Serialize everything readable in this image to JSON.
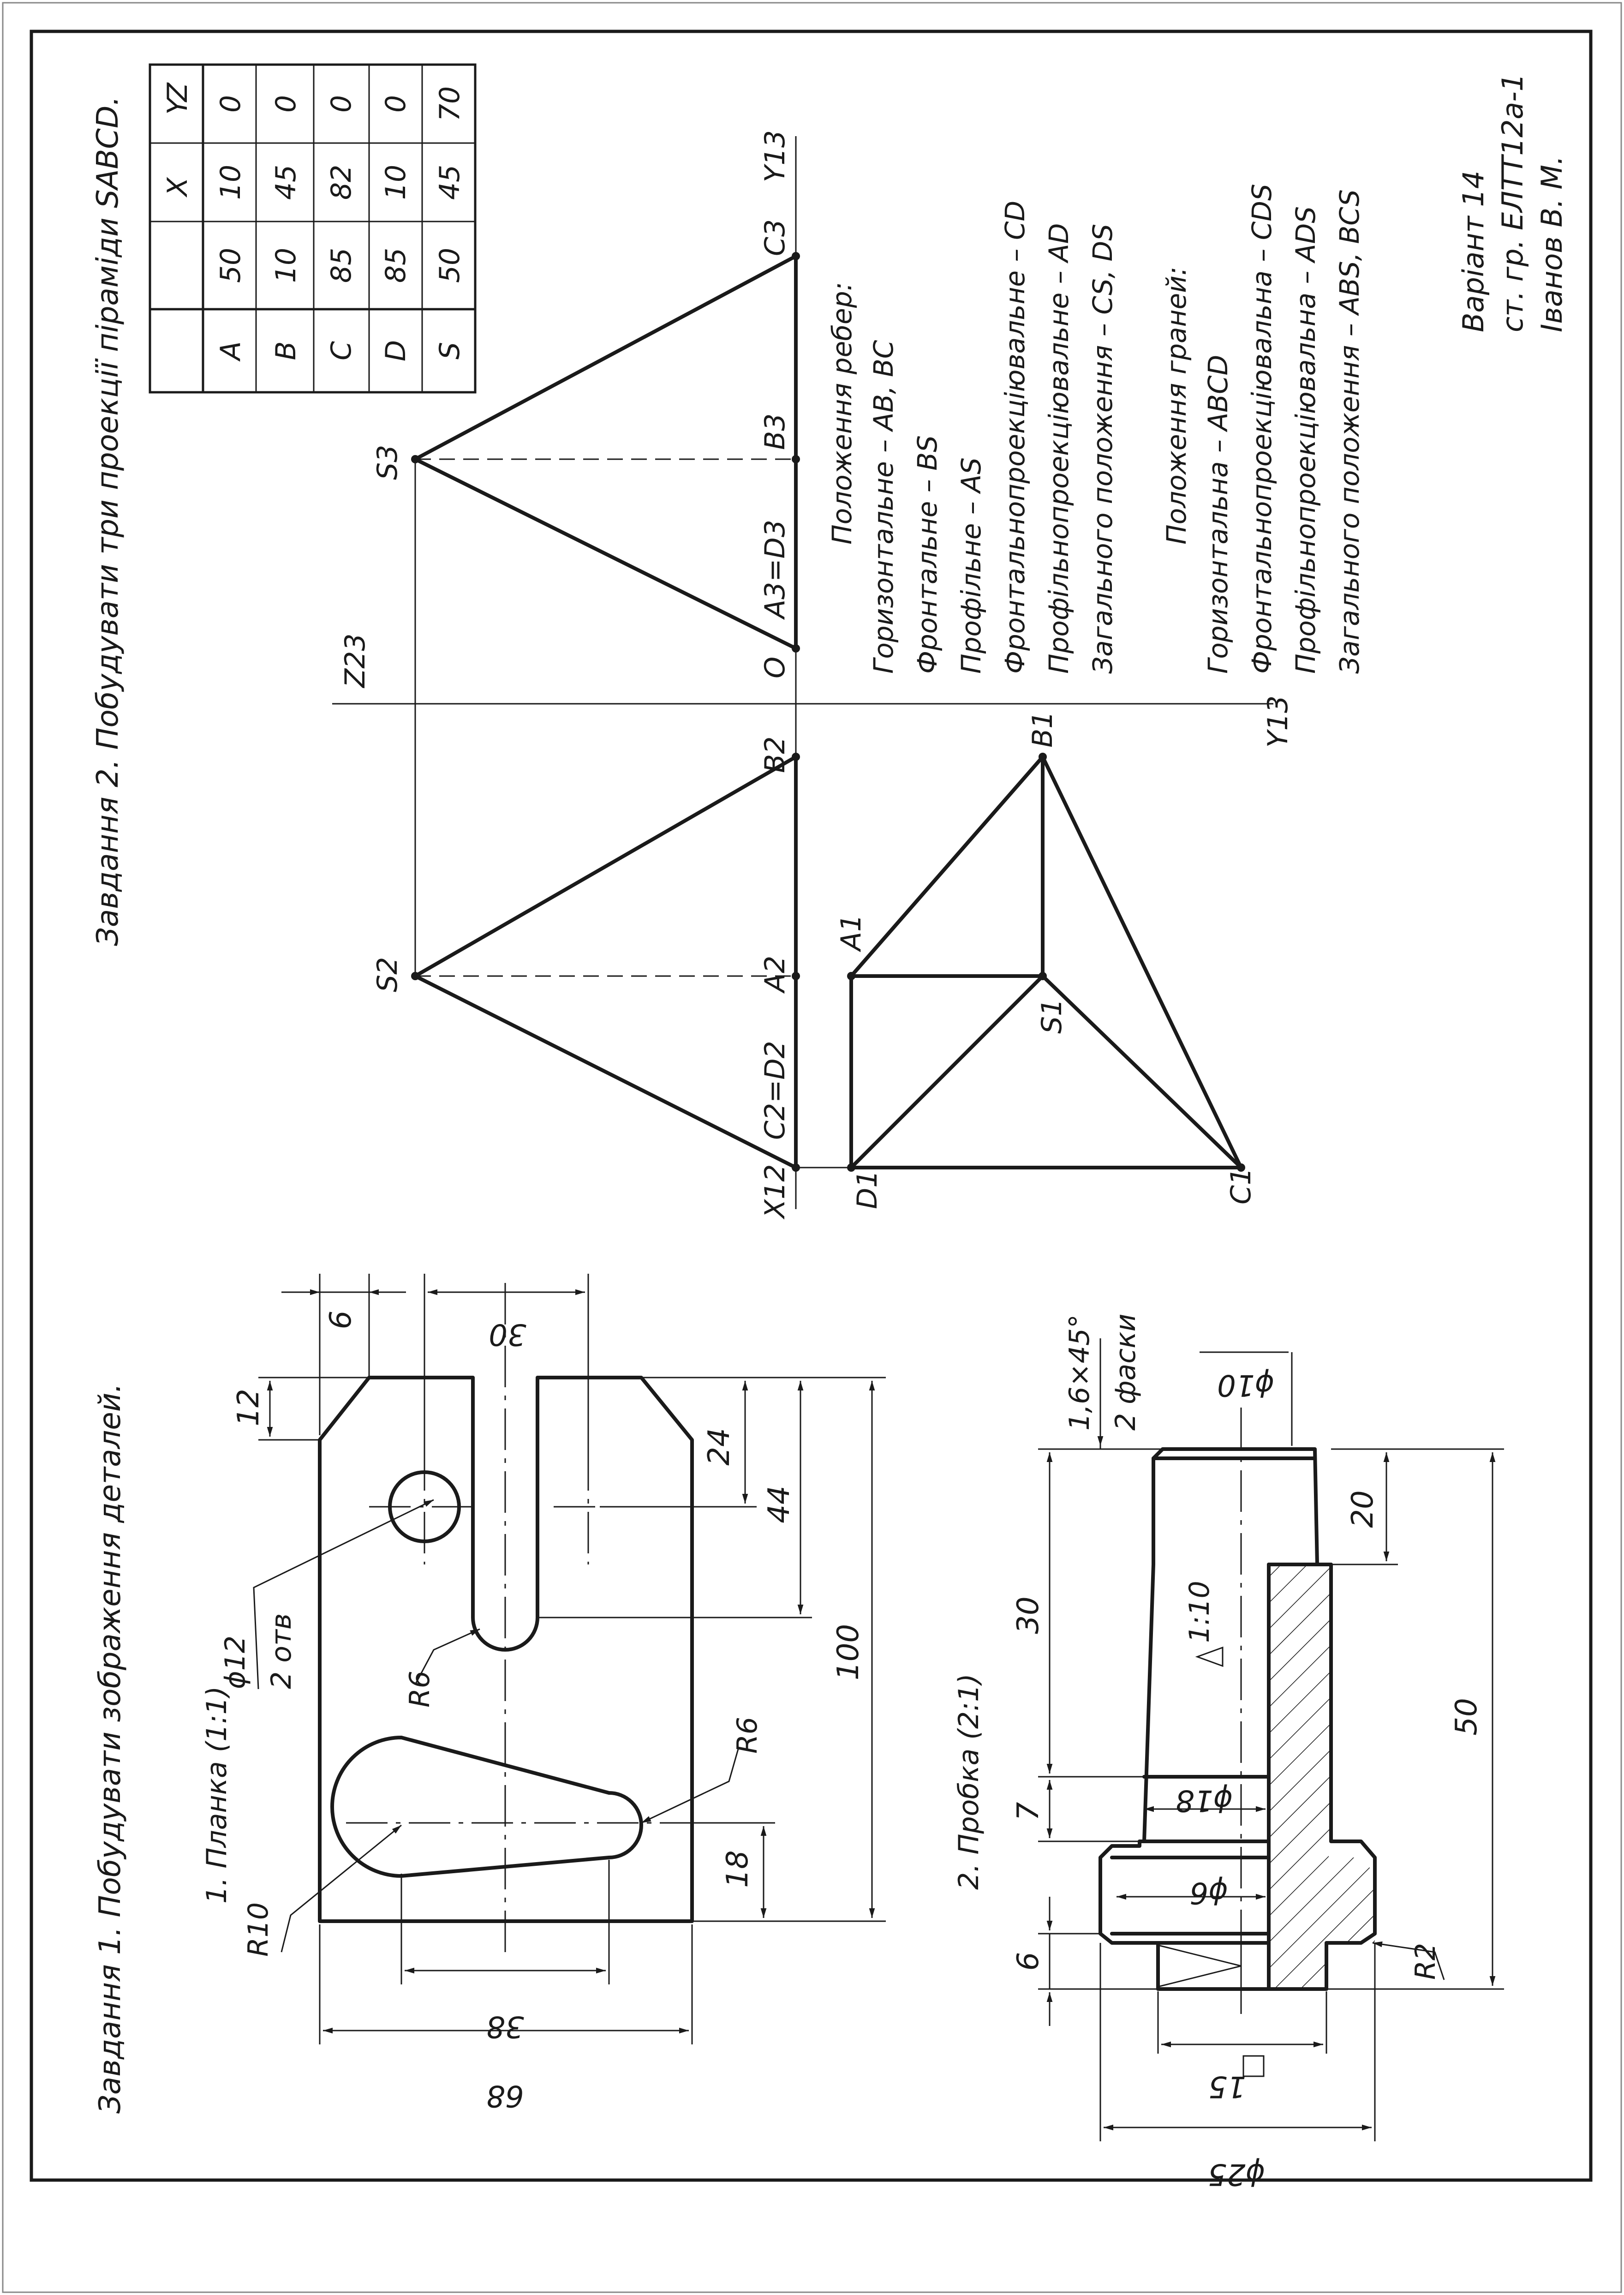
{
  "task1": {
    "title": "Завдання 1. Побудувати зображення деталей.",
    "part1": {
      "title": "1. Планка (1:1)",
      "dims": {
        "w": "68",
        "slot_w": "38",
        "h": "100",
        "d44": "44",
        "d24": "24",
        "d12": "12",
        "d6": "6",
        "d30": "30",
        "d18": "18",
        "r10": "R10",
        "r6a": "R6",
        "r6b": "R6",
        "hole": "ϕ12",
        "holes": "2 отв"
      }
    },
    "part2": {
      "title": "2. Пробка (2:1)",
      "dims": {
        "chamfer": "1,6×45°",
        "chamfers": "2 фаски",
        "d10": "ϕ10",
        "d20": "20",
        "d30": "30",
        "d7": "7",
        "d18": "ϕ18",
        "d6": "ϕ6",
        "l6": "6",
        "d50": "50",
        "sq15": "15",
        "d25": "ϕ25",
        "taper": "1:10",
        "r2": "R2"
      }
    }
  },
  "task2": {
    "title": "Завдання 2. Побудувати три проекції піраміди SABCD.",
    "table": {
      "headers": [
        "",
        "X",
        "Y",
        "Z"
      ],
      "rows": [
        [
          "A",
          "50",
          "10",
          "0"
        ],
        [
          "B",
          "10",
          "45",
          "0"
        ],
        [
          "C",
          "85",
          "82",
          "0"
        ],
        [
          "D",
          "85",
          "10",
          "0"
        ],
        [
          "S",
          "50",
          "45",
          "70"
        ]
      ]
    },
    "labels": {
      "s2": "S2",
      "s3": "S3",
      "a2": "A2",
      "b2": "B2",
      "c2d2": "C2=D2",
      "a3d3": "A3=D3",
      "b3": "B3",
      "c3": "C3",
      "o": "O",
      "z23": "Z23",
      "y13a": "Y13",
      "y13b": "Y13",
      "x12": "X12",
      "a1": "A1",
      "b1": "B1",
      "c1": "C1",
      "d1": "D1",
      "s1": "S1"
    },
    "edges": {
      "title": "Положення ребер:",
      "items": [
        "Горизонтальне – AB, BC",
        "Фронтальне – BS",
        "Профільне – AS",
        "Фронтальнопроекціювальне – CD",
        "Профільнопроекціювальне – AD",
        "Загального положення – CS, DS"
      ]
    },
    "faces": {
      "title": "Положення граней:",
      "items": [
        "Горизонтальна – ABCD",
        "Фронтальнопроекціювальна – CDS",
        "Профільнопроекціювальна – ADS",
        "Загального положення – ABS, BCS"
      ]
    }
  },
  "stamp": {
    "variant": "Варіант 14",
    "group": "ст. гр. ЕЛТТ12а-1",
    "author": "Іванов В. М."
  }
}
